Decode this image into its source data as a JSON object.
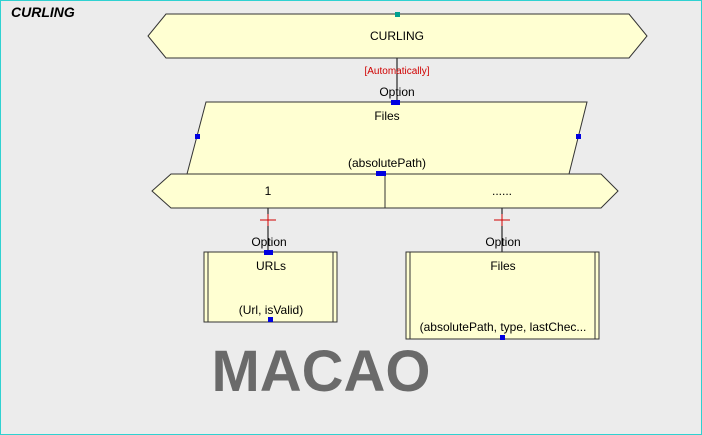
{
  "diagram": {
    "title": "CURLING",
    "root_label": "CURLING",
    "annotation": "[Automatically]",
    "root_link_label": "Option",
    "files_entity": {
      "title": "Files",
      "fields": "(absolutePath)"
    },
    "branch": {
      "left_label": "1",
      "right_label": "......"
    },
    "left_link_label": "Option",
    "right_link_label": "Option",
    "urls_table": {
      "title": "URLs",
      "fields": "(Url, isValid)"
    },
    "files_table": {
      "title": "Files",
      "fields": "(absolutePath, type, lastChec..."
    },
    "watermark": "MACAO"
  },
  "colors": {
    "fill": "#ffffd2",
    "stroke": "#333333",
    "handle": "#0000e0",
    "link": "#000000",
    "cross": "#d00000",
    "frame": "#2fd1d1",
    "watermark": "#c8d6d6"
  }
}
